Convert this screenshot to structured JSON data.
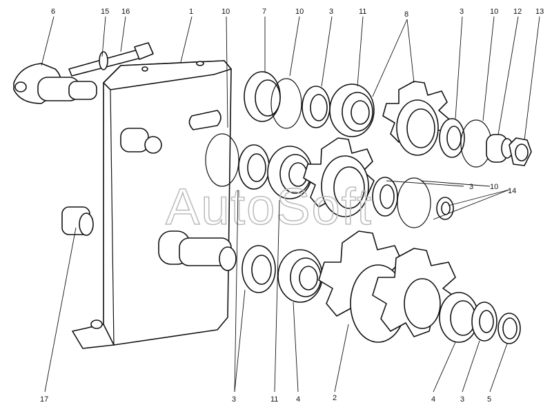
{
  "watermark": "AutoSoft",
  "callouts": {
    "c1": "1",
    "c2": "2",
    "c3a": "3",
    "c3b": "3",
    "c3c": "3",
    "c3d": "3",
    "c3e": "3",
    "c4a": "4",
    "c4b": "4",
    "c5": "5",
    "c6": "6",
    "c7": "7",
    "c8": "8",
    "c10a": "10",
    "c10b": "10",
    "c10c": "10",
    "c10d": "10",
    "c11a": "11",
    "c11b": "11",
    "c12": "12",
    "c13": "13",
    "c14": "14",
    "c15": "15",
    "c16": "16",
    "c17": "17"
  },
  "colors": {
    "ink": "#111111",
    "watermark": "#bdbdbd",
    "background": "#ffffff"
  }
}
